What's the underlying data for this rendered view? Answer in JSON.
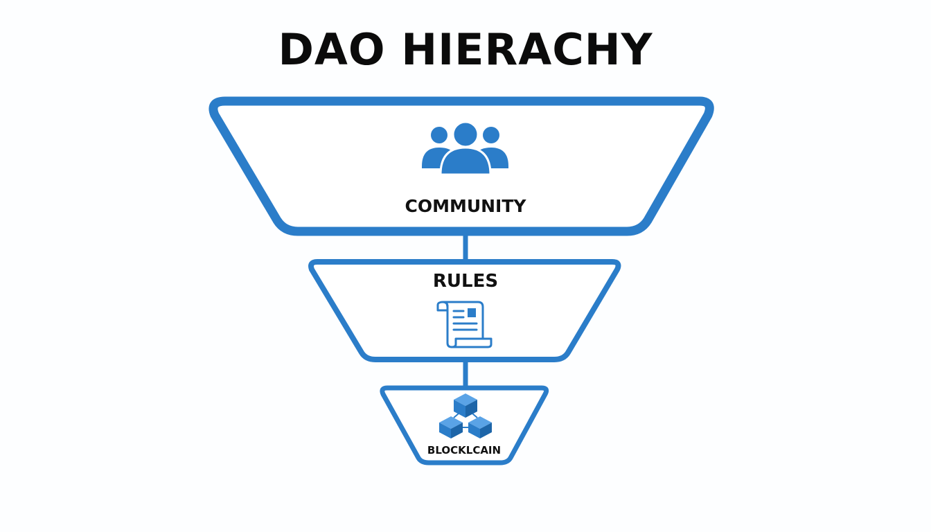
{
  "title": "DAO HIERACHY",
  "colors": {
    "accent": "#2b7dc9",
    "text": "#111111",
    "background": "#fdfeff"
  },
  "levels": [
    {
      "label": "COMMUNITY",
      "icon": "users-group-icon"
    },
    {
      "label": "RULES",
      "icon": "document-scroll-icon"
    },
    {
      "label": "BLOCKLCAIN",
      "icon": "blocks-network-icon"
    }
  ]
}
